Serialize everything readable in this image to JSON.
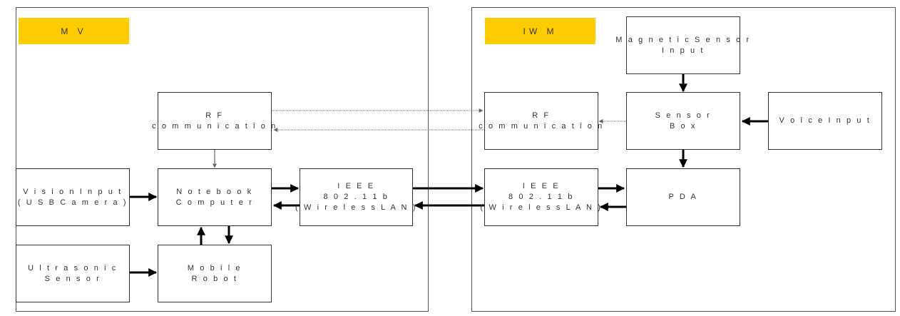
{
  "colors": {
    "section_tag": "#FFCC00",
    "line": "#000000",
    "thin_line": "#666666",
    "frame": "#555555"
  },
  "sections": {
    "mv": {
      "label": "M V"
    },
    "iwm": {
      "label": "IW M"
    }
  },
  "nodes": {
    "rf_mv": {
      "lines": [
        "R F",
        "c o m m u n i c a t i o n"
      ]
    },
    "vision": {
      "lines": [
        "V i s i o n I n p u t",
        "( U S B C a m e r a )"
      ]
    },
    "notebook": {
      "lines": [
        "N o t e b o o k",
        "C o m p u t e r"
      ]
    },
    "ieee_mv": {
      "lines": [
        "I E E E",
        "8 0 2 . 1 1 b",
        "( W i r e l e s s L A N )"
      ]
    },
    "ultrasonic": {
      "lines": [
        "U l t r a s o n i c",
        "S e n s o r"
      ]
    },
    "robot": {
      "lines": [
        "M o b i l e",
        "R o b o t"
      ]
    },
    "magnetic": {
      "lines": [
        "M a g n e t i c S e n s o r",
        "I n p u t"
      ]
    },
    "rf_iwm": {
      "lines": [
        "R F",
        "c o m m u n i c a t i o n"
      ]
    },
    "sensorbox": {
      "lines": [
        "S e n s o r",
        "B o x"
      ]
    },
    "voice": {
      "lines": [
        "V o i c e I n p u t"
      ]
    },
    "ieee_iwm": {
      "lines": [
        "I E E E",
        "8 0 2 . 1 1 b",
        "( W i r e l e s s L A N )"
      ]
    },
    "pda": {
      "lines": [
        "P D A"
      ]
    }
  }
}
